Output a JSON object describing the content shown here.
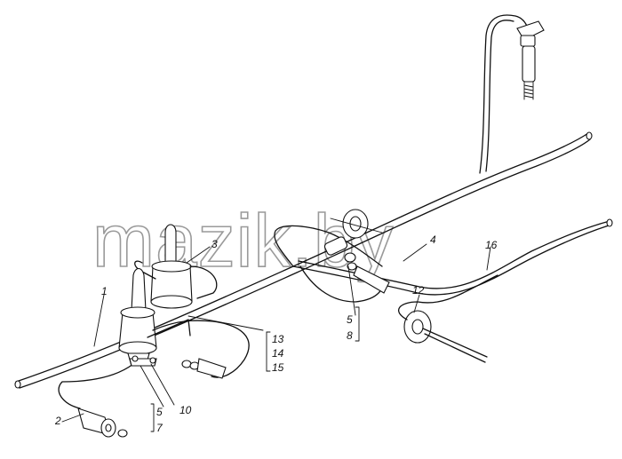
{
  "watermark": "mazik.by",
  "callouts": {
    "c1": "1",
    "c2": "2",
    "c3": "3",
    "c4": "4",
    "c5a": "5",
    "c8": "8",
    "c12": "12",
    "c16": "16",
    "c13": "13",
    "c14": "14",
    "c15": "15",
    "c5b": "5",
    "c7": "7",
    "c10": "10"
  }
}
